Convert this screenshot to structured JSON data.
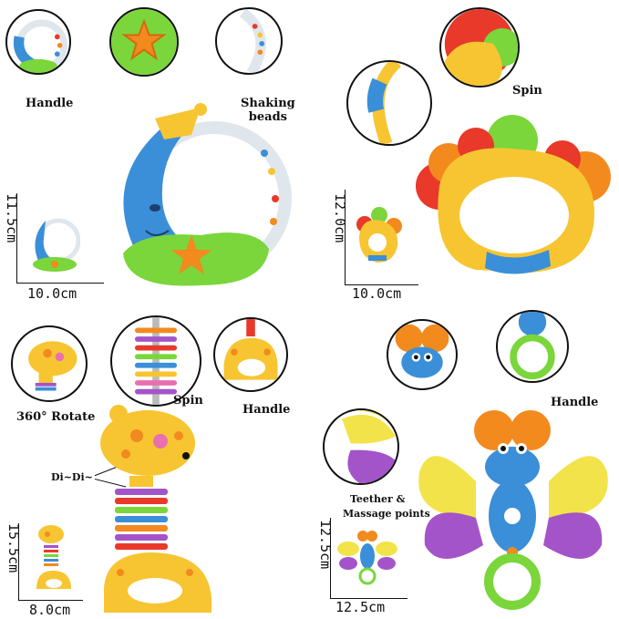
{
  "colors": {
    "blue": "#3a8fd8",
    "yellow": "#f7c531",
    "orange": "#f28a1e",
    "green": "#7ad63a",
    "red": "#e8392b",
    "purple": "#a454c9",
    "transparent_ring": "#dfe6ec"
  },
  "moon_rattle": {
    "labels": {
      "handle": "Handle",
      "beads": "Shaking\nbeads"
    },
    "dims": {
      "height": "11.5cm",
      "width": "10.0cm"
    }
  },
  "sun_rattle": {
    "labels": {
      "spin": "Spin"
    },
    "dims": {
      "height": "12.0cm",
      "width": "10.0cm"
    }
  },
  "giraffe_rattle": {
    "labels": {
      "rotate": "360° Rotate",
      "spin": "Spin",
      "handle": "Handle",
      "sound": "Di~Di~"
    },
    "dims": {
      "height": "15.5cm",
      "width": "8.0cm"
    }
  },
  "bee_rattle": {
    "labels": {
      "handle": "Handle",
      "teether": "Teether &",
      "massage": "Massage points"
    },
    "dims": {
      "height": "12.5cm",
      "width": "12.5cm"
    }
  }
}
